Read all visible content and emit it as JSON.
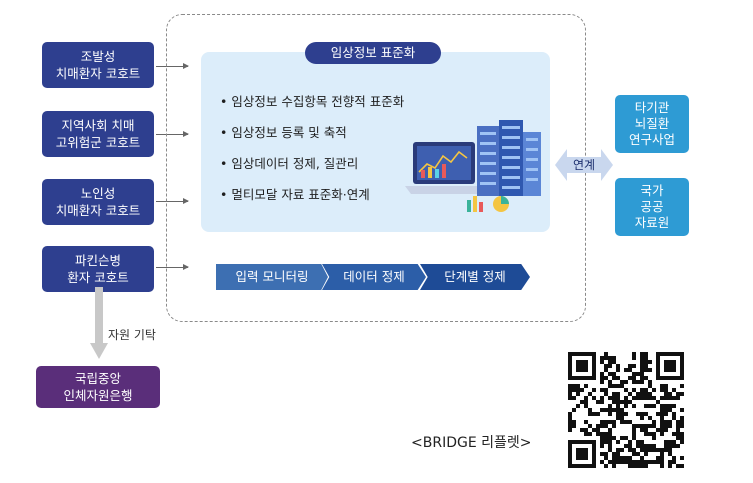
{
  "cohorts": [
    {
      "line1": "조발성",
      "line2": "치매환자 코호트"
    },
    {
      "line1": "지역사회 치매",
      "line2": "고위험군 코호트"
    },
    {
      "line1": "노인성",
      "line2": "치매환자 코호트"
    },
    {
      "line1": "파킨슨병",
      "line2": "환자 코호트"
    }
  ],
  "standardization": {
    "title": "임상정보 표준화",
    "bullets": [
      "• 임상정보 수집항목 전향적 표준화",
      "• 임상정보 등록 및 축적",
      "• 임상데이터 정제, 질관리",
      "• 멀티모달 자료 표준화·연계"
    ],
    "steps": [
      "입력 모니터링",
      "데이터 정제",
      "단계별 정제"
    ]
  },
  "link_label": "연계",
  "targets": [
    {
      "lines": [
        "타기관",
        "뇌질환",
        "연구사업"
      ]
    },
    {
      "lines": [
        "국가",
        "공공",
        "자료원"
      ]
    }
  ],
  "donation_label": "자원 기탁",
  "biobank": {
    "line1": "국립중앙",
    "line2": "인체자원은행"
  },
  "qr_caption": "<BRIDGE 리플렛>",
  "colors": {
    "cohort_box": "#2e3f8f",
    "panel_bg": "#dcedfa",
    "target_box": "#2e9bd4",
    "biobank_box": "#5a2e7a",
    "step_blue": "#2c5ea8"
  },
  "icons": {
    "panel": "server-data-illustration",
    "qr": "qr-code"
  }
}
